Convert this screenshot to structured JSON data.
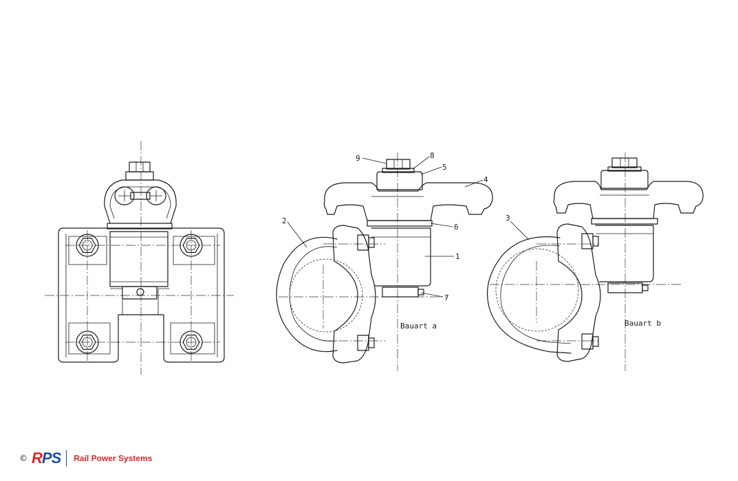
{
  "labels": {
    "n9": "9",
    "n8": "8",
    "n5": "5",
    "n4": "4",
    "n2": "2",
    "n6": "6",
    "n1": "1",
    "n7": "7",
    "n3": "3"
  },
  "captions": {
    "bauart_a": "Bauart a",
    "bauart_b": "Bauart b"
  },
  "footer": {
    "copyright": "©",
    "logo_r": "R",
    "logo_ps": "PS",
    "company": "Rail Power Systems"
  },
  "colors": {
    "brand_red": "#d9262b",
    "brand_blue": "#1d4e9e",
    "line": "#1a1a1a"
  }
}
